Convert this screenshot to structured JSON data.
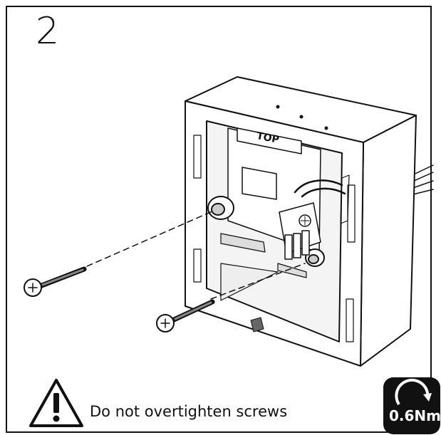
{
  "step": {
    "number": "2"
  },
  "illustration": {
    "box_label": "TOP",
    "parts": [
      "mounting-box",
      "screw-left",
      "screw-right",
      "terminal-block",
      "cables"
    ]
  },
  "warning": {
    "text": "Do not overtighten screws",
    "icon": "warning-triangle-icon"
  },
  "torque_badge": {
    "value": "0.6Nm",
    "icon": "torque-arrow-icon"
  },
  "colors": {
    "line": "#111111",
    "background": "#ffffff",
    "badge": "#111111"
  }
}
